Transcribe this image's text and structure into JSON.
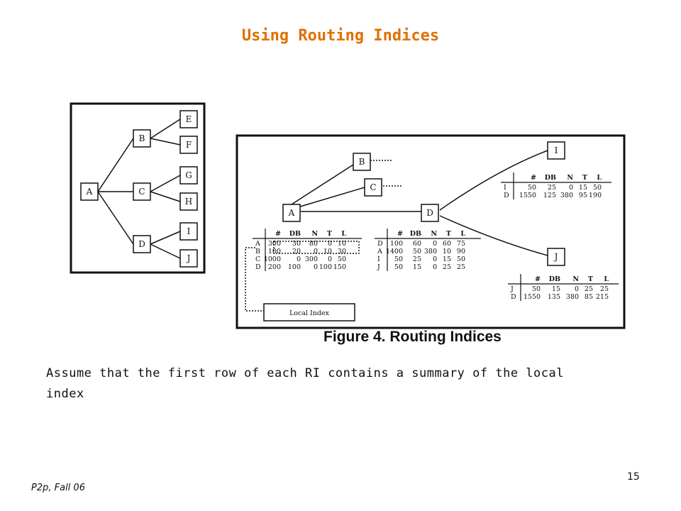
{
  "title": "Using Routing Indices",
  "note": "Assume that the first row of each RI contains a summary of the local index",
  "footer": "P2p, Fall 06",
  "page_number": "15",
  "figure": {
    "caption": "Figure 4. Routing Indices",
    "local_index_label": "Local Index",
    "tree_nodes": [
      "A",
      "B",
      "C",
      "D",
      "E",
      "F",
      "G",
      "H",
      "I",
      "J"
    ],
    "network_nodes": [
      "A",
      "B",
      "C",
      "D",
      "I",
      "J"
    ],
    "headers": [
      "#",
      "DB",
      "N",
      "T",
      "L"
    ],
    "tables": {
      "A": [
        [
          "A",
          "300",
          "30",
          "80",
          "0",
          "10"
        ],
        [
          "B",
          "100",
          "20",
          "0",
          "10",
          "30"
        ],
        [
          "C",
          "1000",
          "0",
          "300",
          "0",
          "50"
        ],
        [
          "D",
          "200",
          "100",
          "0",
          "100",
          "150"
        ]
      ],
      "D": [
        [
          "D",
          "100",
          "60",
          "0",
          "60",
          "75"
        ],
        [
          "A",
          "1400",
          "50",
          "380",
          "10",
          "90"
        ],
        [
          "I",
          "50",
          "25",
          "0",
          "15",
          "50"
        ],
        [
          "J",
          "50",
          "15",
          "0",
          "25",
          "25"
        ]
      ],
      "I": [
        [
          "I",
          "50",
          "25",
          "0",
          "15",
          "50"
        ],
        [
          "D",
          "1550",
          "125",
          "380",
          "95",
          "190"
        ]
      ],
      "J": [
        [
          "J",
          "50",
          "15",
          "0",
          "25",
          "25"
        ],
        [
          "D",
          "1550",
          "135",
          "380",
          "85",
          "215"
        ]
      ]
    }
  }
}
